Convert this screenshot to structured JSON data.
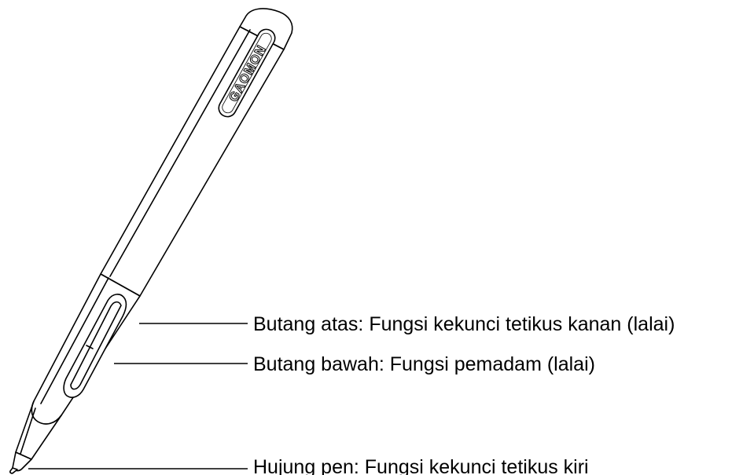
{
  "pen": {
    "brand": "GAOMON"
  },
  "callouts": {
    "upper_button": "Butang atas: Fungsi kekunci tetikus kanan (lalai)",
    "lower_button": "Butang bawah: Fungsi pemadam (lalai)",
    "pen_tip": "Hujung pen: Fungsi kekunci tetikus kiri"
  },
  "colors": {
    "line": "#000000",
    "background": "#ffffff"
  }
}
